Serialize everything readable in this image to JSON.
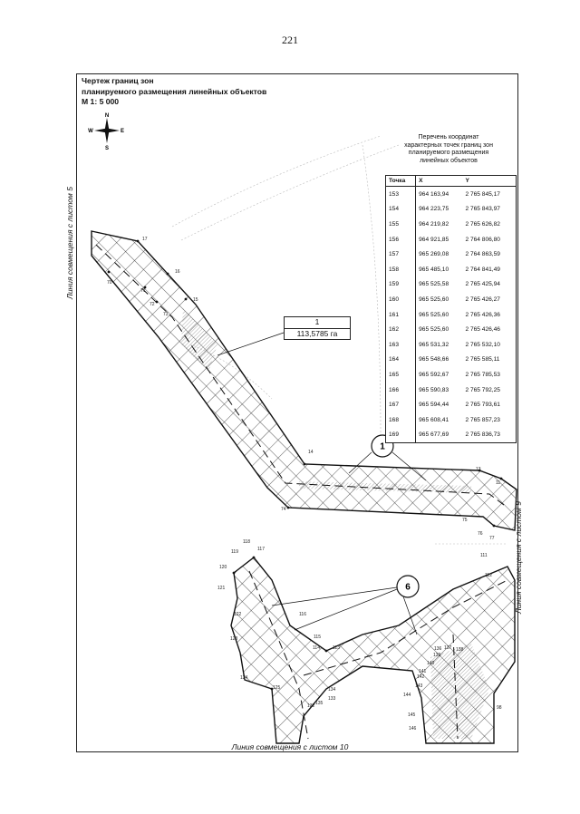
{
  "page": {
    "number": "221"
  },
  "title": {
    "line1": "Чертеж границ зон",
    "line2": "планируемого размещения линейных объектов",
    "scale": "М 1: 5 000"
  },
  "compass": {
    "n": "N",
    "s": "S",
    "e": "E",
    "w": "W"
  },
  "labels": {
    "left_side": "Линия совмещения с листом 5",
    "right_side": "Линия совмещения с листом 9",
    "bottom": "Линия совмещения с листом 10"
  },
  "zone": {
    "number": "1",
    "area": "113,5785 га"
  },
  "callouts": {
    "zone1": "1",
    "zone6": "6"
  },
  "coordinates": {
    "caption": [
      "Перечень координат",
      "характерных точек границ зон",
      "планируемого размещения",
      "линейных объектов"
    ],
    "headers": [
      "Точка",
      "X",
      "Y"
    ],
    "rows": [
      [
        "153",
        "964 163,94",
        "2 765 845,17"
      ],
      [
        "154",
        "964 223,75",
        "2 765 843,97"
      ],
      [
        "155",
        "964 219,82",
        "2 765 626,82"
      ],
      [
        "156",
        "964 921,85",
        "2 764 806,80"
      ],
      [
        "157",
        "965 269,08",
        "2 764 863,59"
      ],
      [
        "158",
        "965 485,10",
        "2 764 841,49"
      ],
      [
        "159",
        "965 525,58",
        "2 765 425,94"
      ],
      [
        "160",
        "965 525,60",
        "2 765 426,27"
      ],
      [
        "161",
        "965 525,60",
        "2 765 426,36"
      ],
      [
        "162",
        "965 525,60",
        "2 765 426,46"
      ],
      [
        "163",
        "965 531,32",
        "2 765 532,10"
      ],
      [
        "164",
        "965 548,66",
        "2 765 585,11"
      ],
      [
        "165",
        "965 592,67",
        "2 765 785,53"
      ],
      [
        "166",
        "965 590,83",
        "2 765 792,25"
      ],
      [
        "167",
        "965 594,44",
        "2 765 793,61"
      ],
      [
        "168",
        "965 608,41",
        "2 765 857,23"
      ],
      [
        "169",
        "965 677,69",
        "2 765 836,73"
      ]
    ]
  },
  "points": [
    "17",
    "16",
    "15",
    "70",
    "71",
    "72",
    "73",
    "14",
    "74",
    "13",
    "11",
    "75",
    "76",
    "77",
    "111",
    "112",
    "118",
    "119",
    "117",
    "120",
    "121",
    "116",
    "122",
    "123",
    "124",
    "125",
    "115",
    "114",
    "113",
    "134",
    "133",
    "132",
    "135",
    "136",
    "137",
    "138",
    "139",
    "140",
    "141",
    "142",
    "143",
    "144",
    "145",
    "146",
    "98"
  ]
}
